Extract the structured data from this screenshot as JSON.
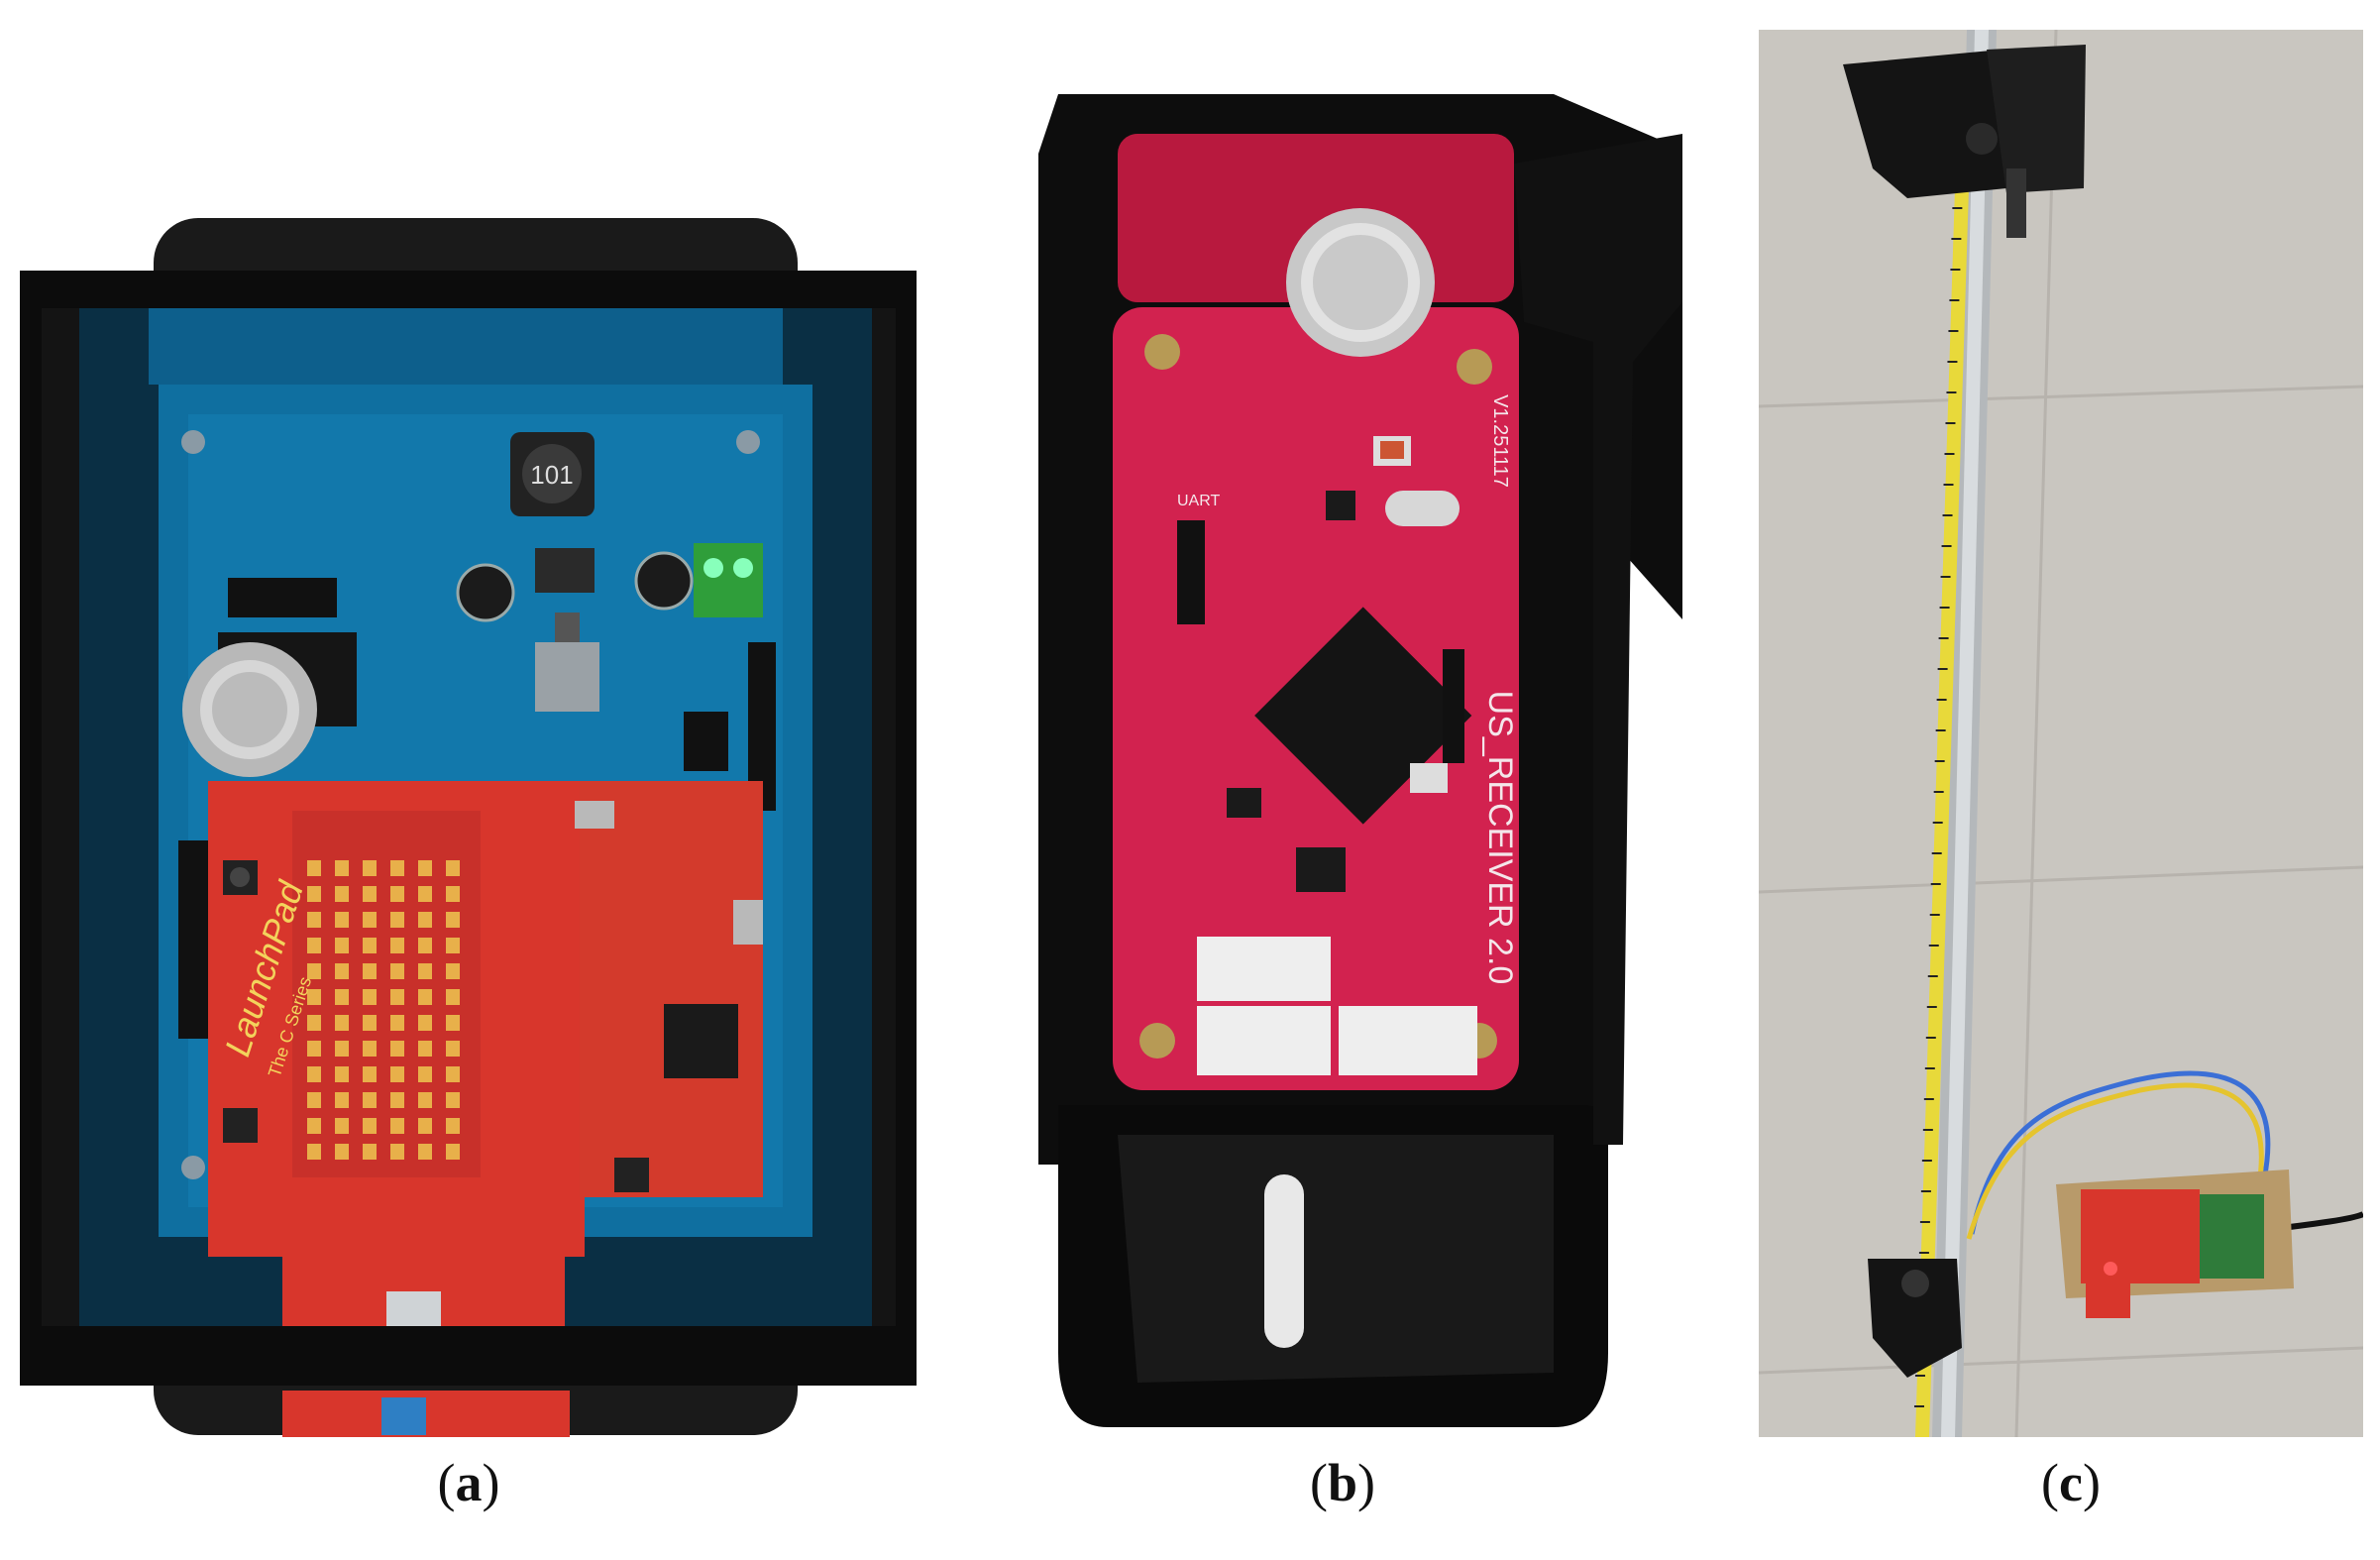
{
  "figure": {
    "panels": [
      {
        "id": "a",
        "caption": "(a)",
        "letter": "a",
        "description": "Black enclosure with blue main board, ultrasonic transducer and red LaunchPad board",
        "silkscreen": {
          "inductor": "101",
          "launchpad": "LaunchPad",
          "series": "The C Series"
        }
      },
      {
        "id": "b",
        "caption": "(b)",
        "letter": "b",
        "description": "Black bracket holding pink US receiver board with ultrasonic transducer",
        "silkscreen": {
          "board_name": "US_RECEIVER 2.0",
          "version": "V1.251117",
          "uart": "UART"
        }
      },
      {
        "id": "c",
        "caption": "(c)",
        "letter": "c",
        "description": "Aluminium rail with measuring tape, transmitter and receiver mounts, controller board on floor tiles"
      }
    ]
  },
  "colors": {
    "enclosure_black": "#111111",
    "board_blue": "#0f6fa0",
    "board_red": "#d8362c",
    "board_pink": "#d2224f",
    "tape_yellow": "#e8d93a",
    "floor_grey": "#c9c6c0"
  }
}
